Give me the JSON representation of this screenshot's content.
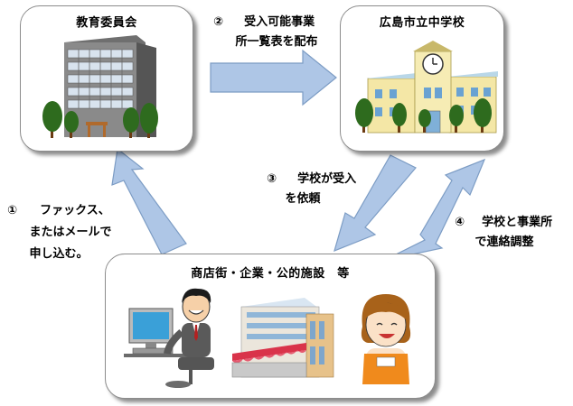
{
  "nodes": {
    "board": {
      "title": "教育委員会"
    },
    "school": {
      "title": "広島市立中学校"
    },
    "partners": {
      "title": "商店街・企業・公的施設　等"
    }
  },
  "steps": {
    "step1": {
      "num": "①",
      "line1": "ファックス、",
      "line2": "またはメールで",
      "line3": "申し込む。"
    },
    "step2": {
      "num": "②",
      "line1": "受入可能事業",
      "line2": "所一覧表を配布"
    },
    "step3": {
      "num": "③",
      "line1": "学校が受入",
      "line2": "を依頼"
    },
    "step4": {
      "num": "④",
      "line1": "学校と事業所",
      "line2": "で連絡調整"
    }
  },
  "colors": {
    "arrow_fill": "#aec6e6",
    "arrow_stroke": "#7c9cc4",
    "box_border": "#8c8c8c"
  }
}
